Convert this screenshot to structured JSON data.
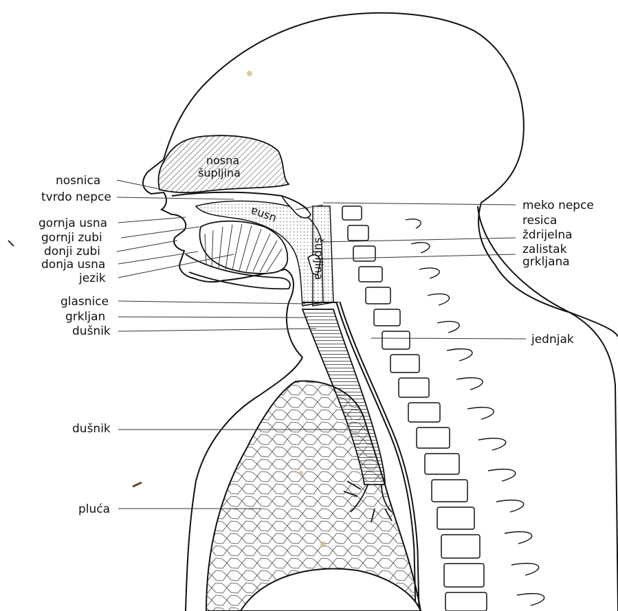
{
  "diagram": {
    "labels_left": {
      "nosnica": "nosnica",
      "tvrdo_nepce": "tvrdo nepce",
      "gornja_usna": "gornja usna",
      "gornji_zubi": "gornji zubi",
      "donji_zubi": "donji zubi",
      "donja_usna": "donja usna",
      "jezik": "jezik",
      "glasnice": "glasnice",
      "grkljan": "grkljan",
      "dusnik_upper": "dušnik",
      "dusnik_lower": "dušnik",
      "pluca": "pluća"
    },
    "labels_right": {
      "meko_nepce": "meko nepce",
      "resica": "resica",
      "zdrijelna": "ždrijelna",
      "zalistak": "zalistak",
      "grkljana": "grkljana",
      "jednjak": "jednjak"
    },
    "labels_inside": {
      "nosna": "nosna",
      "supljina_nose": "šupljina",
      "usna": "usna",
      "supljina_throat": "šupljina"
    },
    "colors": {
      "ink": "#111111",
      "paper": "#ffffff",
      "stain": "#c9b27a"
    }
  }
}
